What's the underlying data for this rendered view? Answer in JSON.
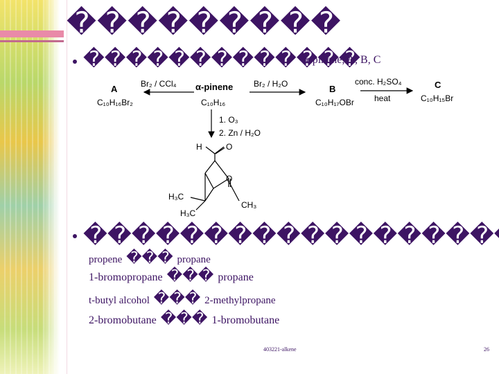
{
  "slide": {
    "title": "���������",
    "bullet1_text": "�������������",
    "bullet1_tail": "α-pinene, A, B, C",
    "bullet2_text": "������������������"
  },
  "scheme": {
    "reagent_left": "Br₂ / CCl₄",
    "reagent_right": "Br₂ / H₂O",
    "reagent_far1": "conc. H₂SO₄",
    "reagent_far2": "heat",
    "compound_A": "A",
    "compound_A_formula": "C₁₀H₁₆Br₂",
    "compound_pinene": "α-pinene",
    "compound_pinene_formula": "C₁₀H₁₆",
    "compound_B": "B",
    "compound_B_formula": "C₁₀H₁₇OBr",
    "compound_C": "C",
    "compound_C_formula": "C₁₀H₁₅Br",
    "step1": "1. O₃",
    "step2": "2. Zn / H₂O",
    "atom_H": "H",
    "atom_O1": "O",
    "atom_O2": "O",
    "group_h3c_1": "H₃C",
    "group_h3c_2": "H₃C",
    "group_ch3": "CH₃"
  },
  "conversions": [
    {
      "from": "propene",
      "mark": "���",
      "to": "propane"
    },
    {
      "from": "1-bromopropane",
      "mark": "���",
      "to": "propane"
    },
    {
      "from": "t-butyl alcohol",
      "mark": "���",
      "to": "2-methylpropane"
    },
    {
      "from": "2-bromobutane",
      "mark": "���",
      "to": "1-bromobutane"
    }
  ],
  "footer": {
    "left": "403221-alkene",
    "page": "26"
  }
}
